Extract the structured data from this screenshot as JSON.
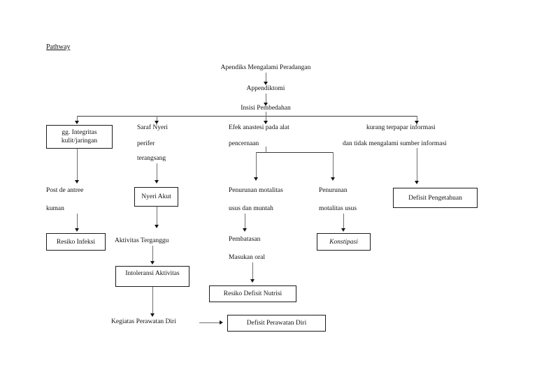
{
  "document": {
    "heading": "Pathway"
  },
  "nodes": {
    "apendiks": "Apendiks Mengalami Peradangan",
    "appendiktomi": "Appendiktomi",
    "insisi": "Insisi Pembedahan",
    "gg_integritas_line1": "gg. Integritas",
    "gg_integritas_line2": "kulit/jaringan",
    "saraf_nyeri_line1": "Saraf Nyeri",
    "saraf_nyeri_line2": "perifer",
    "saraf_nyeri_line3": "terangsang",
    "efek_anastesi_line1": "Efek anastesi pada alat",
    "efek_anastesi_line2": "pencernaan",
    "kurang_informasi_line1": "kurang terpapar informasi",
    "kurang_informasi_line2": "dan tidak mengalami sumber informasi",
    "post_de_antree_line1": "Post de antree",
    "post_de_antree_line2": "kuman",
    "nyeri_akut": "Nyeri Akut",
    "penurunan_motalitas_muntah_line1": "Penurunan motalitas",
    "penurunan_motalitas_muntah_line2": "usus dan muntah",
    "penurunan_motalitas_line1": "Penurunan",
    "penurunan_motalitas_line2": "motalitas usus",
    "defisit_pengetahuan": "Defisit Pengetahuan",
    "resiko_infeksi": "Resiko Infeksi",
    "aktivitas_terganggu": "Aktivitas Terganggu",
    "pembatasan_line1": "Pembatasan",
    "pembatasan_line2": "Masukan oral",
    "konstipasi": "Konstipasi",
    "intoleransi_aktivitas": "Intoleransi Aktivitas",
    "resiko_defisit_nutrisi": "Resiko Defisit Nutrisi",
    "kegiatas_perawatan_diri": "Kegiatas Perawatan Diri",
    "defisit_perawatan_diri": "Defisit Perawatan Diri"
  },
  "style": {
    "box_border_color": "#1a1a1a",
    "connector_color": "#6f6f6f",
    "arrow_color": "#151515",
    "text_color": "#111111",
    "background": "#ffffff"
  }
}
